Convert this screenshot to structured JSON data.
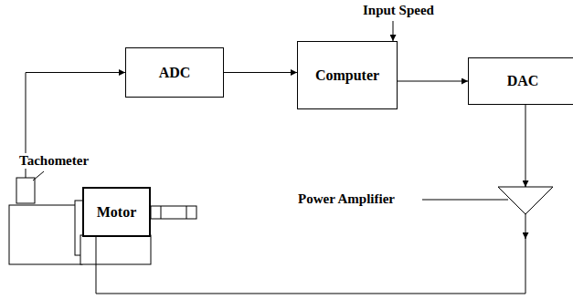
{
  "diagram": {
    "nodes": [
      {
        "text": [
          "ADC"
        ]
      },
      {
        "text": [
          "Computer"
        ]
      },
      {
        "text": [
          "DAC"
        ]
      },
      {
        "text": [
          "Motor"
        ]
      }
    ],
    "edges": [
      {
        "from": 3,
        "to": 0,
        "arrow": "to"
      },
      {
        "from": 0,
        "to": 1,
        "arrow": "to"
      },
      {
        "from": 1,
        "to": 2,
        "arrow": "to"
      },
      {
        "from": 2,
        "to": 3,
        "arrow": "to"
      }
    ],
    "labels": [
      "Input Speed",
      "Tachometer",
      "Power Amplifier"
    ]
  }
}
